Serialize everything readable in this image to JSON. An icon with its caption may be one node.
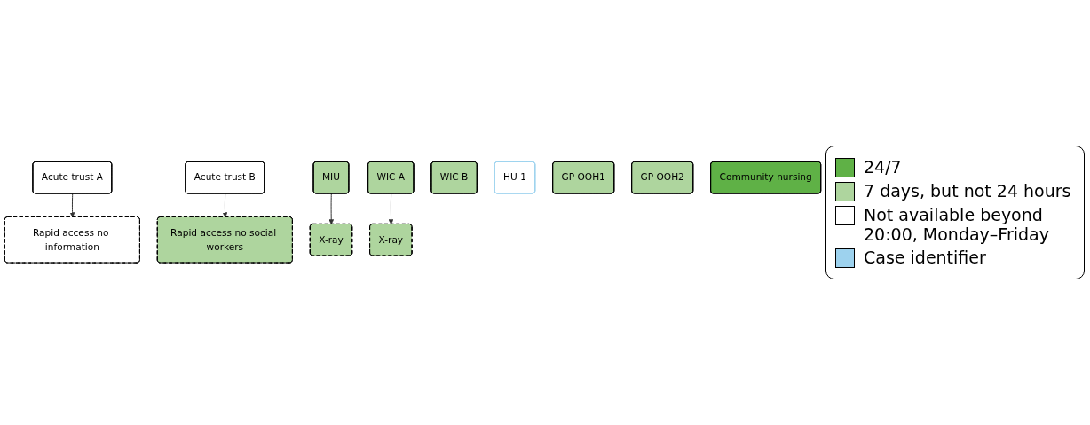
{
  "diagram": {
    "nodes": [
      {
        "text": [
          "Acute trust A"
        ]
      },
      {
        "text": [
          "Acute trust B"
        ]
      },
      {
        "text": [
          "MIU"
        ]
      },
      {
        "text": [
          "WIC A"
        ]
      },
      {
        "text": [
          "Rapid access no information"
        ]
      },
      {
        "text": [
          "Rapid access no social workers"
        ]
      },
      {
        "text": [
          "X-ray"
        ]
      },
      {
        "text": [
          "X-ray"
        ]
      },
      {
        "text": [
          "WIC B"
        ]
      },
      {
        "text": [
          "HU 1"
        ]
      },
      {
        "text": [
          "GP OOH1"
        ]
      },
      {
        "text": [
          "GP OOH2"
        ]
      },
      {
        "text": [
          "Community nursing"
        ]
      }
    ],
    "edges": [
      {
        "from": 0,
        "to": 4,
        "arrow": "to"
      },
      {
        "from": 1,
        "to": 5,
        "arrow": "to"
      },
      {
        "from": 2,
        "to": 6,
        "arrow": "to"
      },
      {
        "from": 3,
        "to": 7,
        "arrow": "to"
      }
    ],
    "legend": [
      {
        "text": "24/7",
        "color": "#5fb146"
      },
      {
        "text": "7 days, but not 24 hours",
        "color": "#aed59e"
      },
      {
        "text": "Not available beyond 20:00, Monday–Friday",
        "color": "#ffffff"
      },
      {
        "text": "Case identifier",
        "color": "#9dd2ee"
      }
    ]
  }
}
